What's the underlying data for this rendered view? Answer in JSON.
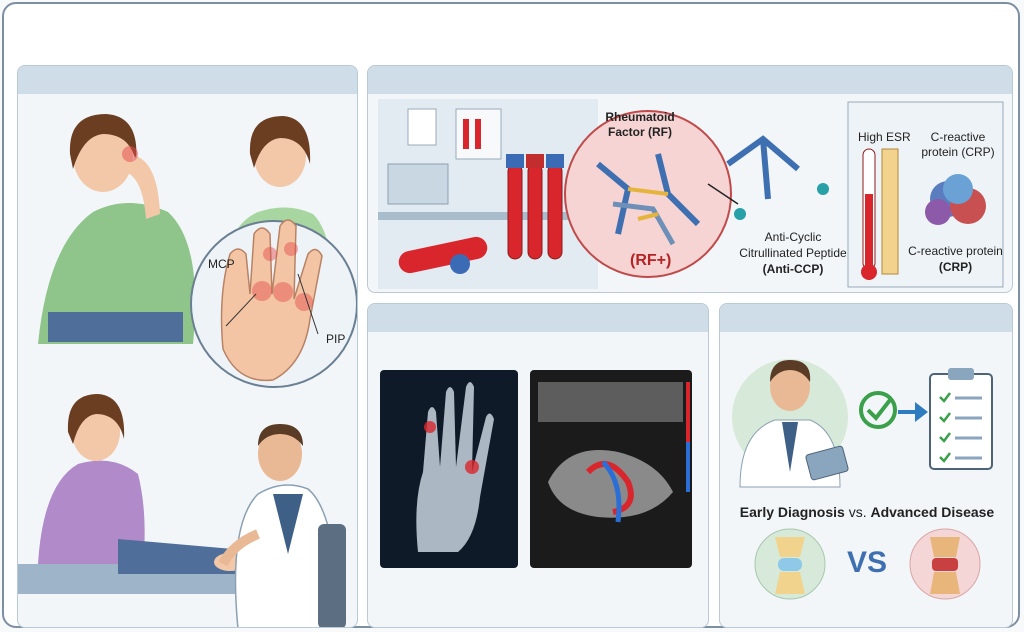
{
  "panels": {
    "symptoms": {
      "joint_labels": {
        "mcp": "MCP",
        "pip": "PIP"
      }
    },
    "blood_tests": {
      "rf_title_line1": "Rheumatoid",
      "rf_title_line2": "Factor (RF)",
      "rf_positive": "(RF+)",
      "anti_ccp_line1": "Anti-Cyclic",
      "anti_ccp_line2": "Citrullinated Peptide",
      "anti_ccp_line3": "(Anti-CCP)",
      "esr_label": "High ESR",
      "crp_top_line1": "C-reactive",
      "crp_top_line2": "protein (CRP)",
      "crp_bottom_line1": "C-reactive protein",
      "crp_bottom_line2": "(CRP)"
    },
    "imaging": {},
    "diagnosis": {
      "headline_left": "Early Diagnosis",
      "headline_vs": "vs.",
      "headline_right": "Advanced Disease",
      "vs_badge": "VS"
    }
  },
  "colors": {
    "panel_header": "#cfdde8",
    "panel_bg": "#f2f6f9",
    "inflammation_red": "#d9262c",
    "doppler_blue": "#2b6ed6",
    "check_green": "#3aa04a",
    "arrow_blue": "#2f7bbf",
    "frame_border": "#7d8fa3"
  }
}
